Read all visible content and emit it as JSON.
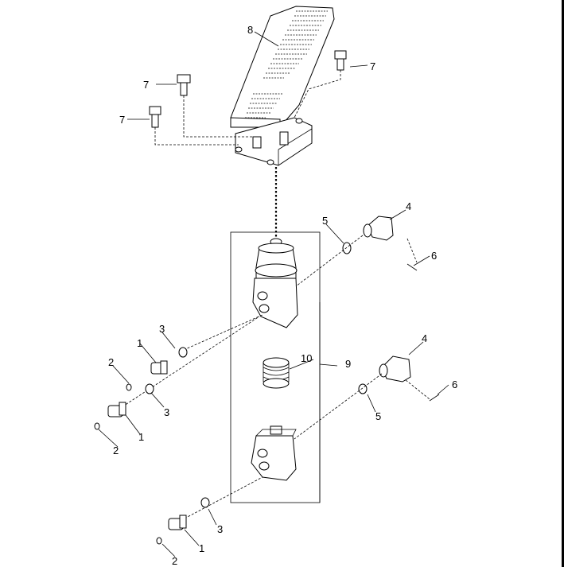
{
  "diagram": {
    "labels": {
      "l7a": "7",
      "l7b": "7",
      "l7c": "7",
      "l8": "8",
      "l4a": "4",
      "l5a": "5",
      "l6a": "6",
      "l10": "10",
      "l9": "9",
      "l4b": "4",
      "l6b": "6",
      "l5b": "5",
      "l3a": "3",
      "l1a": "1",
      "l2a": "2",
      "l3b": "3",
      "l1b": "1",
      "l2b": "2",
      "l3c": "3",
      "l1c": "1",
      "l2c": "2"
    }
  }
}
